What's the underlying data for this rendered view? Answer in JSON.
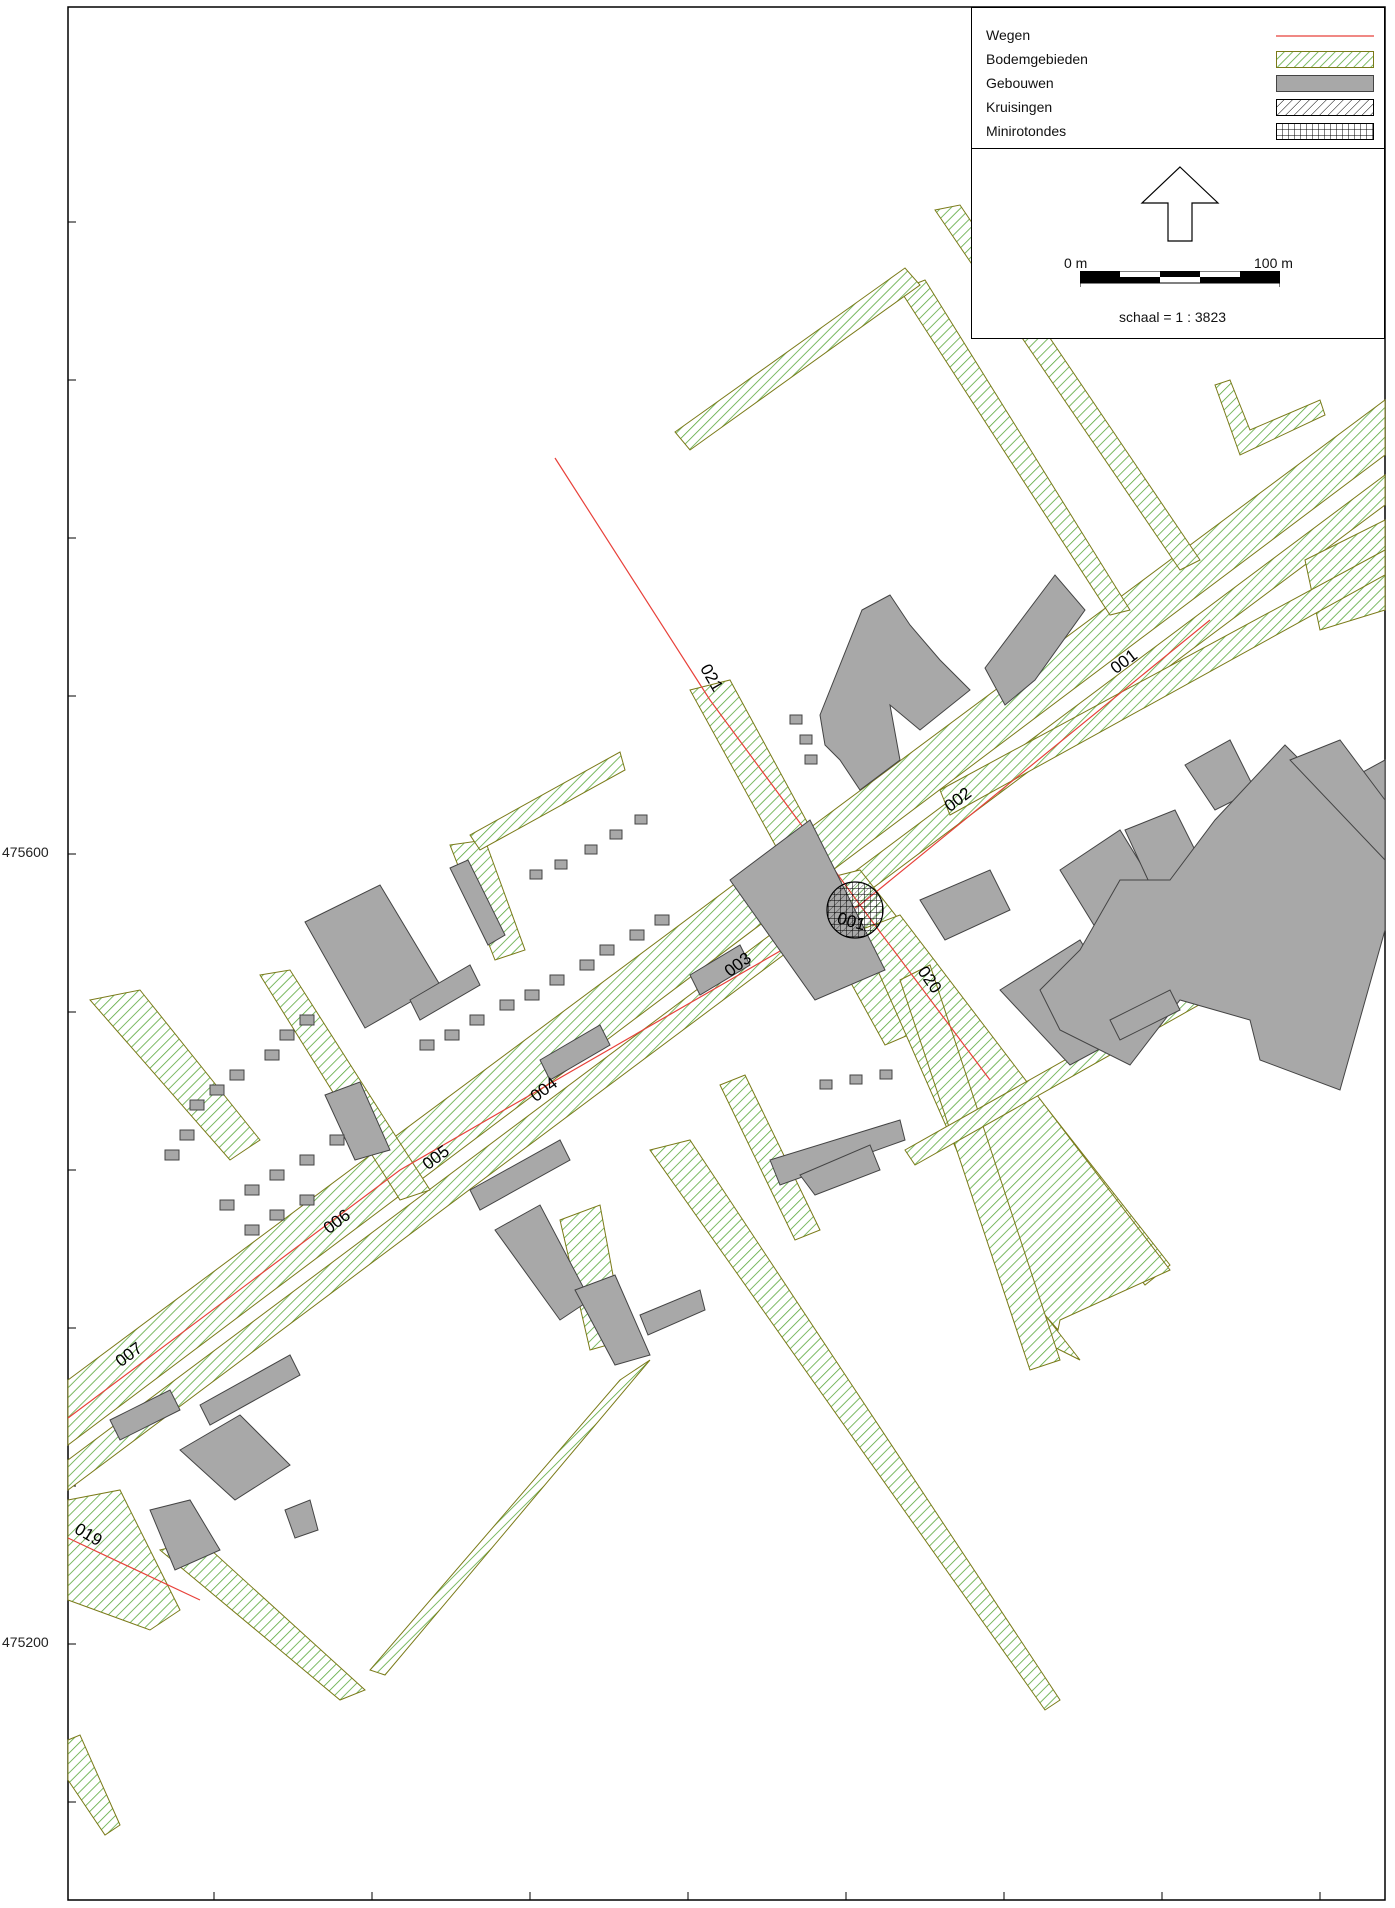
{
  "legend": {
    "items": [
      {
        "label": "Wegen",
        "symbol": "road-line-swatch"
      },
      {
        "label": "Bodemgebieden",
        "symbol": "green-hatch-swatch"
      },
      {
        "label": "Gebouwen",
        "symbol": "gray-fill-swatch"
      },
      {
        "label": "Kruisingen",
        "symbol": "diagonal-hatch-swatch"
      },
      {
        "label": "Minirotondes",
        "symbol": "grid-hatch-swatch"
      }
    ]
  },
  "scalebar": {
    "start_label": "0 m",
    "end_label": "100 m",
    "scale_text": "schaal = 1 : 3823",
    "north_symbol": "north-arrow-icon"
  },
  "coordinates": {
    "y_labels": [
      "475600",
      "475200"
    ]
  },
  "segments": [
    "001",
    "002",
    "003",
    "004",
    "005",
    "006",
    "007",
    "019",
    "020",
    "021",
    "001"
  ],
  "colors": {
    "road": "#e8413a",
    "soil_hatch": "#5aa83c",
    "soil_outline": "#7a7a18",
    "building": "#a8a8a8",
    "building_outline": "#444444",
    "frame": "#000000"
  }
}
